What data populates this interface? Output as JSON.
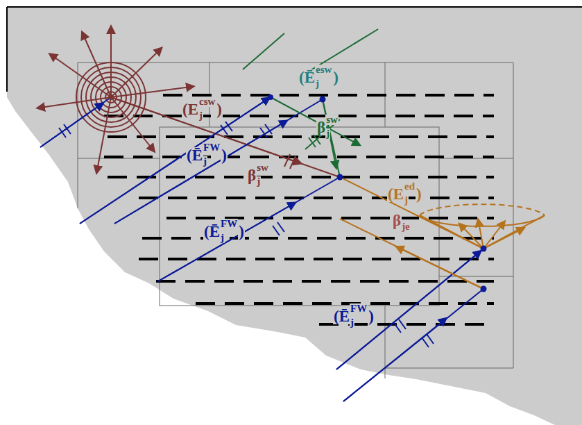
{
  "diagram": {
    "labels": [
      "(E",
      "csw",
      "j",
      ")",
      "(Ē",
      "esw",
      "j",
      ")",
      "β",
      "sw",
      "j",
      "(Ē",
      "FW",
      "j",
      ")",
      "β",
      "sw",
      "j",
      "(E",
      "ed",
      "j",
      ")",
      "β",
      "je",
      "(Ē",
      "FW",
      "j",
      ")",
      "(Ē",
      "FW",
      "j",
      ")"
    ]
  }
}
